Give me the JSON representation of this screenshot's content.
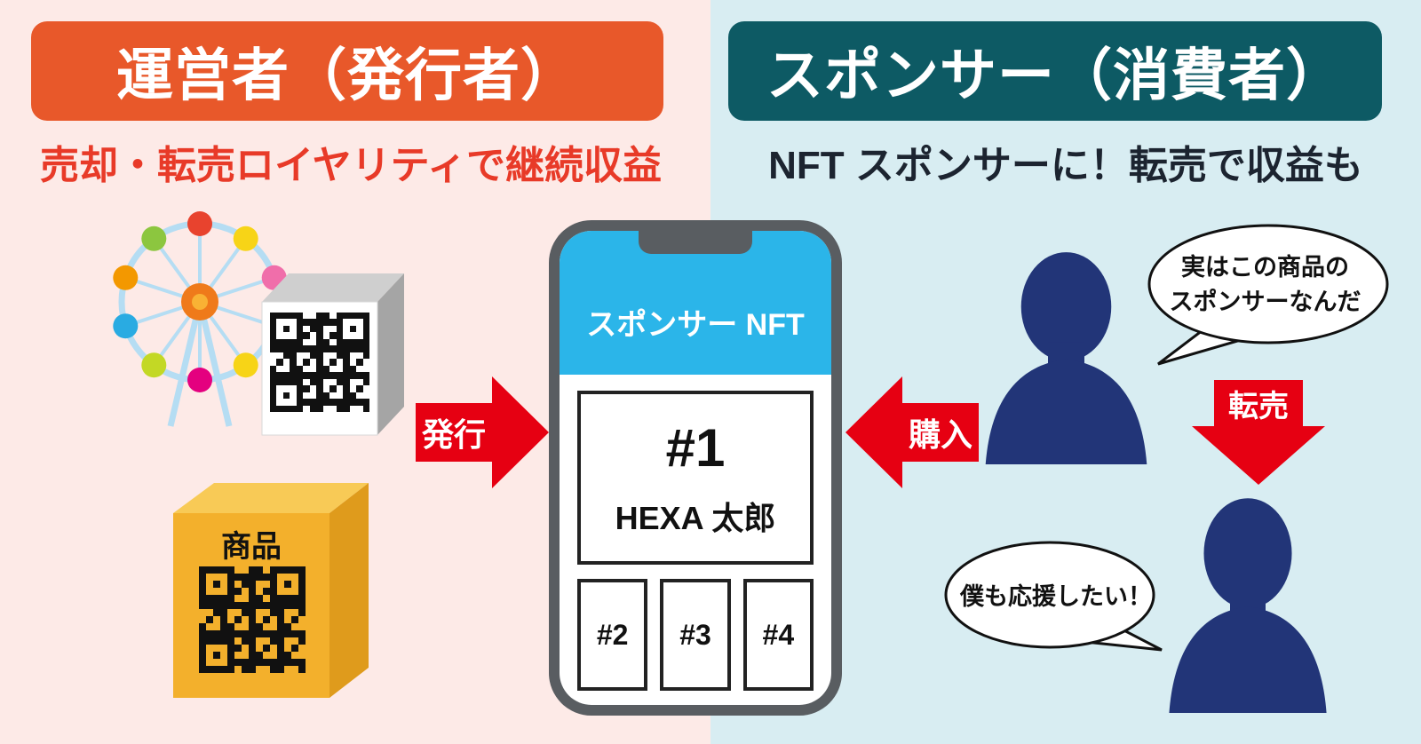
{
  "issuer": {
    "title": "運営者（発行者）",
    "subtitle": "売却・転売ロイヤリティで継続収益",
    "product_label": "商品",
    "issue_arrow_label": "発行"
  },
  "sponsor": {
    "title": "スポンサー（消費者）",
    "subtitle": "NFT スポンサーに！転売で収益も",
    "buy_arrow_label": "購入",
    "resell_arrow_label": "転売",
    "bubble_sponsor_line1": "実はこの商品の",
    "bubble_sponsor_line2": "スポンサーなんだ",
    "bubble_support": "僕も応援したい！"
  },
  "phone": {
    "header": "スポンサー NFT",
    "main_token": "#1",
    "main_owner": "HEXA 太郎",
    "tokens": [
      "#2",
      "#3",
      "#4"
    ]
  },
  "colors": {
    "issuer_header_bg": "#e8582a",
    "issuer_accent_red": "#e83a28",
    "sponsor_header_bg": "#0d5a64",
    "arrow_red": "#e60012",
    "phone_cyan": "#2bb5e9",
    "phone_frame_gray": "#595d61",
    "silhouette_navy": "#223578",
    "panel_issuer_bg": "#fdeae7",
    "panel_sponsor_bg": "#d8edf2",
    "product_box_yellow": "#f3b02c"
  }
}
